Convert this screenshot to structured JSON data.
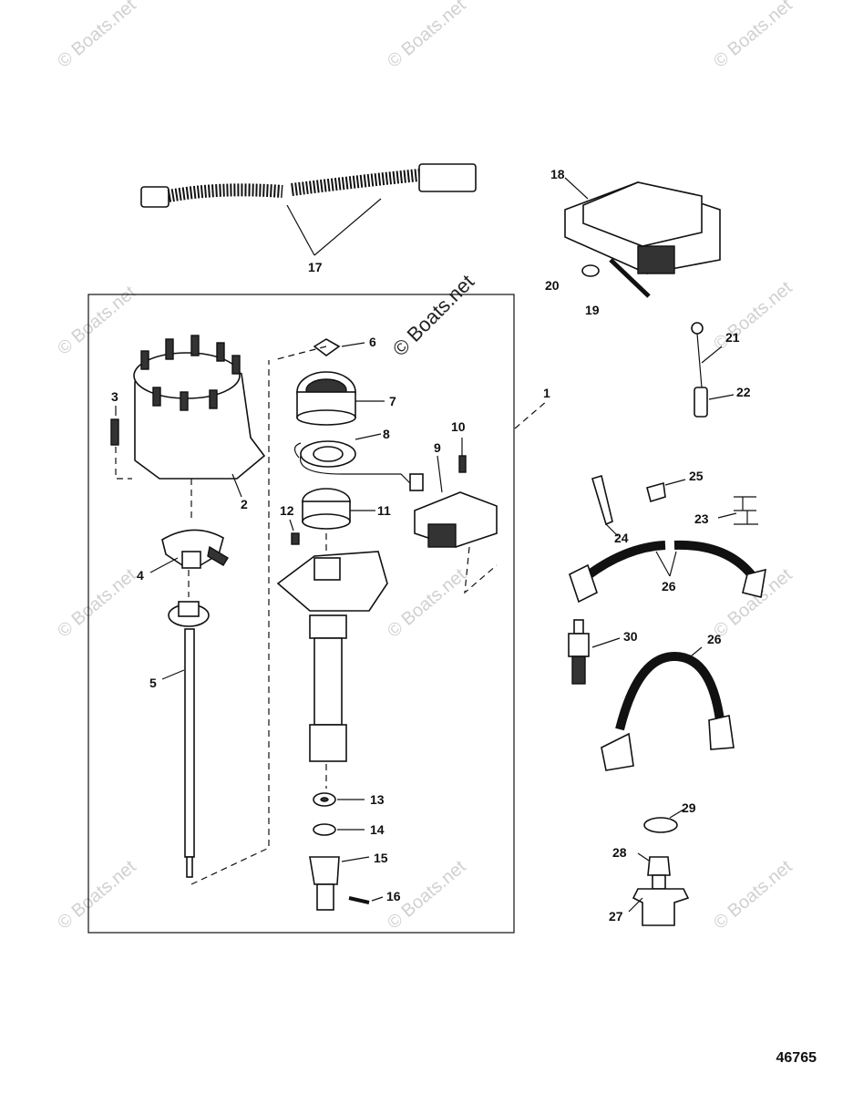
{
  "watermark": "© Boats.net",
  "main_watermark": "© Boats.net",
  "figure_number": "46765",
  "callouts": [
    "1",
    "2",
    "3",
    "4",
    "5",
    "6",
    "7",
    "8",
    "9",
    "10",
    "11",
    "12",
    "13",
    "14",
    "15",
    "16",
    "17",
    "18",
    "19",
    "20",
    "21",
    "22",
    "23",
    "24",
    "25",
    "26",
    "27",
    "28",
    "29",
    "30"
  ],
  "callout_26": "26"
}
